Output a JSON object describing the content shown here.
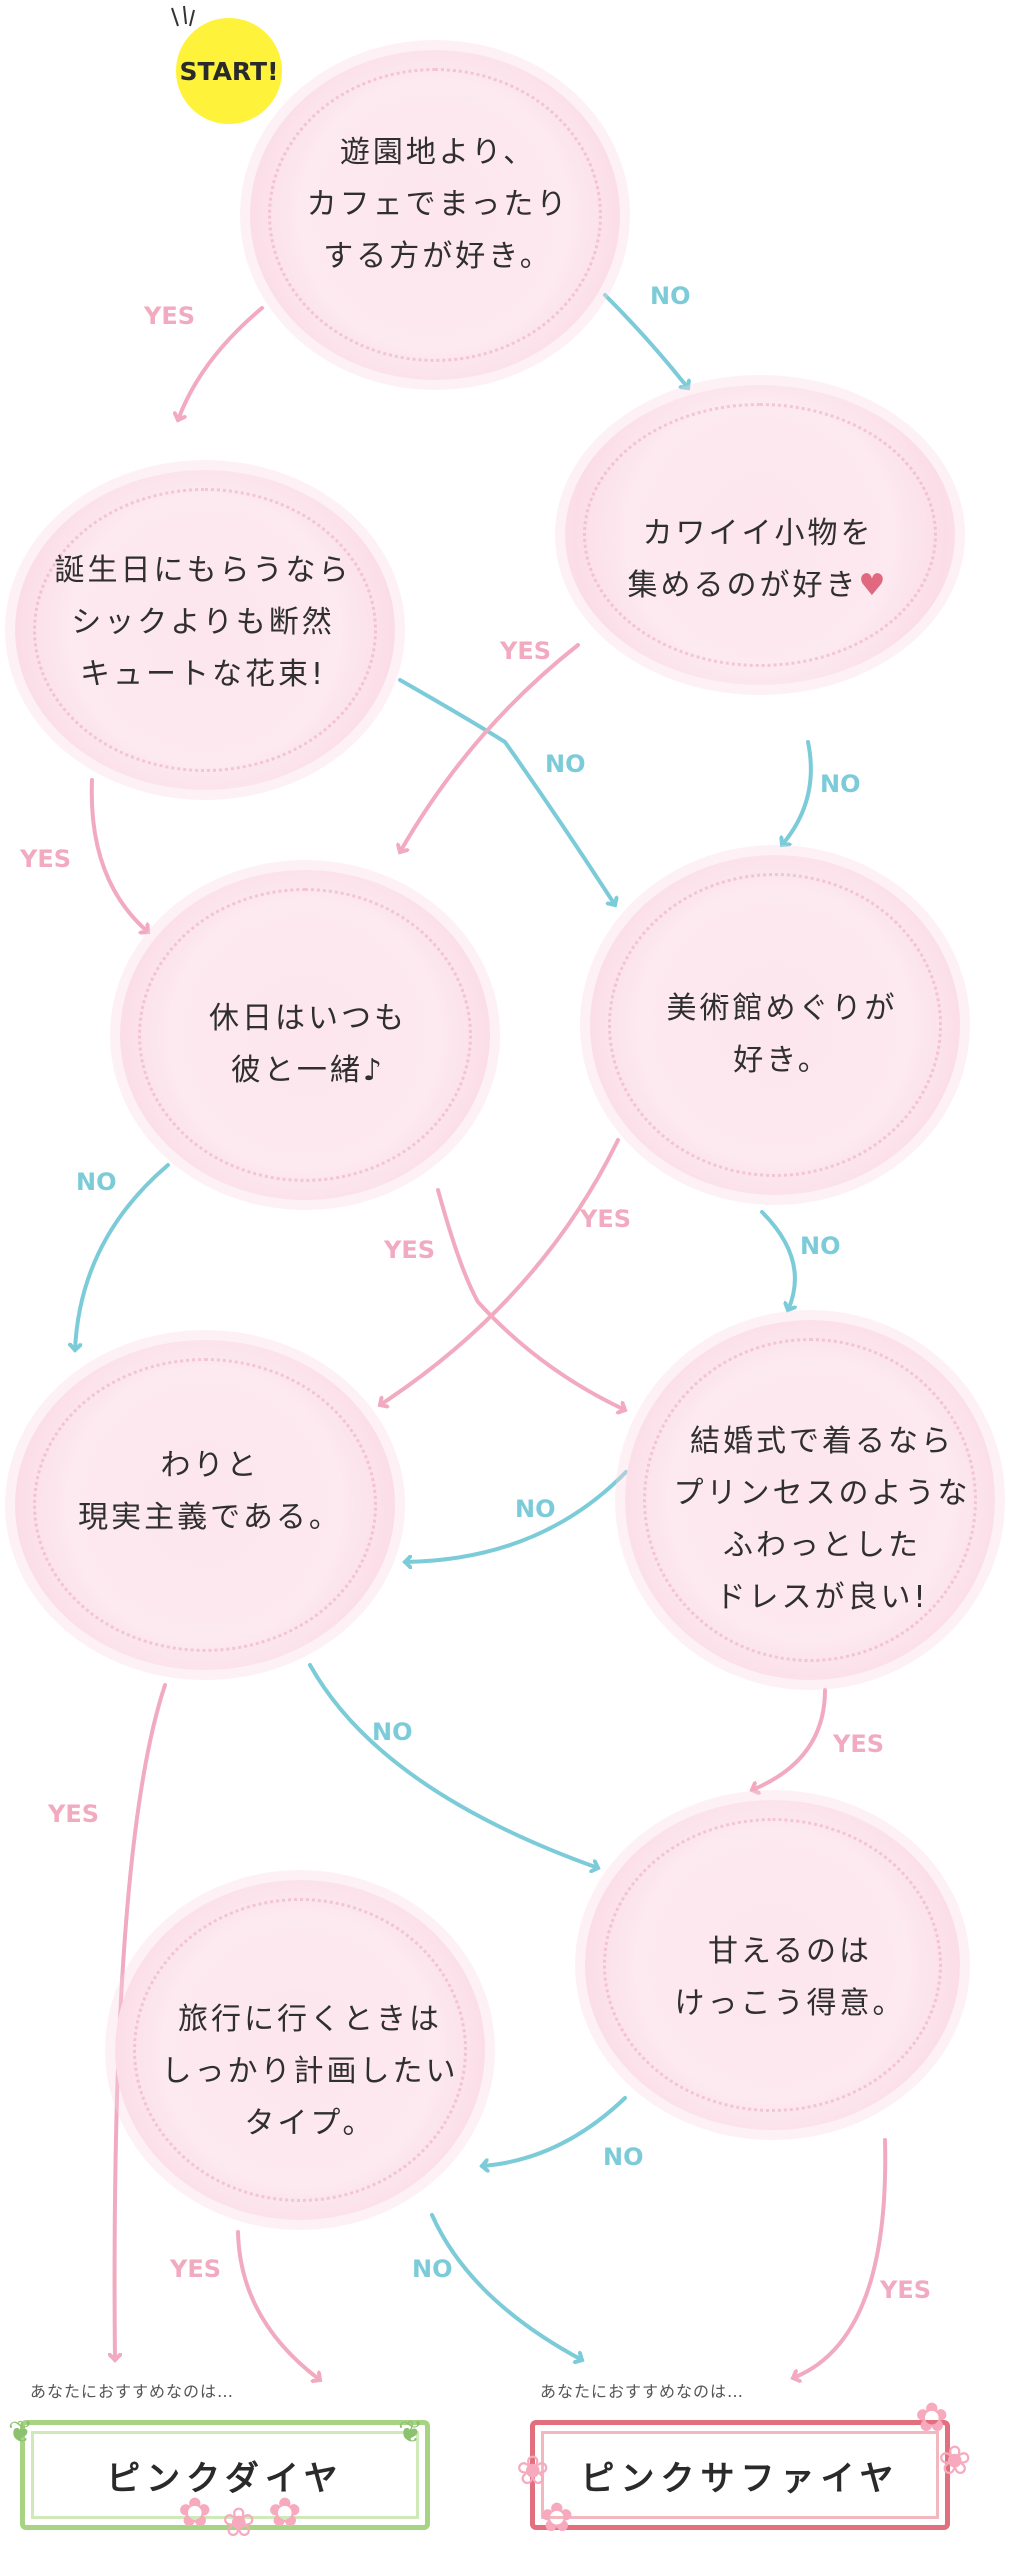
{
  "start_label": "START!",
  "colors": {
    "yes": "#f2aac0",
    "no": "#7ccbd9",
    "start": "#fff23a",
    "bubble": "#fde6ee"
  },
  "questions": [
    {
      "id": "q1",
      "lines": [
        "遊園地より、",
        "カフェでまったり",
        "する方が好き。"
      ]
    },
    {
      "id": "q2",
      "lines": [
        "誕生日にもらうなら",
        "シックよりも断然",
        "キュートな花束!"
      ]
    },
    {
      "id": "q3",
      "lines": [
        "カワイイ小物を",
        "集めるのが好き"
      ]
    },
    {
      "id": "q4",
      "lines": [
        "休日はいつも",
        "彼と一緒♪"
      ]
    },
    {
      "id": "q5",
      "lines": [
        "美術館めぐりが",
        "好き。"
      ]
    },
    {
      "id": "q6",
      "lines": [
        "わりと",
        "現実主義である。"
      ]
    },
    {
      "id": "q7",
      "lines": [
        "結婚式で着るなら",
        "プリンセスのような",
        "ふわっとした",
        "ドレスが良い!"
      ]
    },
    {
      "id": "q8",
      "lines": [
        "甘えるのは",
        "けっこう得意。"
      ]
    },
    {
      "id": "q9",
      "lines": [
        "旅行に行くときは",
        "しっかり計画したい",
        "タイプ。"
      ]
    }
  ],
  "branch_labels": {
    "yes": "YES",
    "no": "NO"
  },
  "results": [
    {
      "id": "pink-diamond",
      "caption": "あなたにおすすめなのは…",
      "title": "ピンクダイヤ"
    },
    {
      "id": "pink-sapphire",
      "caption": "あなたにおすすめなのは…",
      "title": "ピンクサファイヤ"
    }
  ]
}
